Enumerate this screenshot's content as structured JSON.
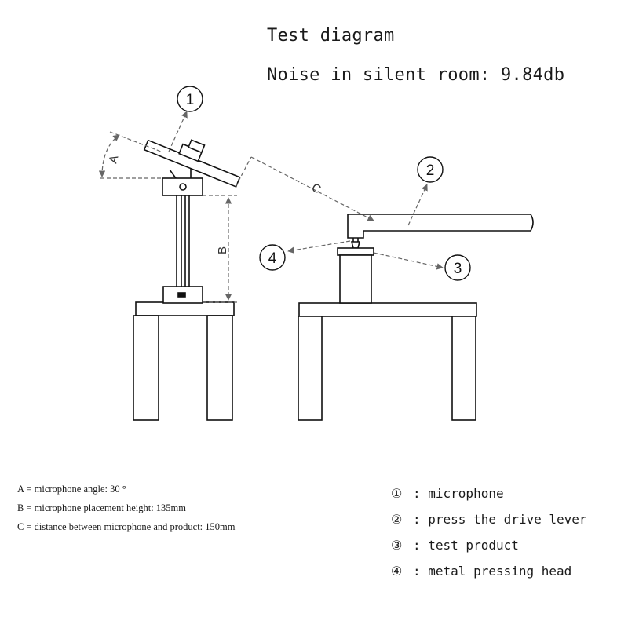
{
  "title": "Test diagram",
  "subtitle": "Noise in silent room: 9.84db",
  "labels": {
    "A": "A",
    "B": "B",
    "C": "C"
  },
  "callouts": [
    "1",
    "2",
    "3",
    "4"
  ],
  "definitions": [
    "A = microphone angle: 30 °",
    "B = microphone placement height: 135mm",
    "C = distance between microphone and product: 150mm"
  ],
  "legend": [
    {
      "num": "①",
      "text": ": microphone"
    },
    {
      "num": "②",
      "text": ": press the drive lever"
    },
    {
      "num": "③",
      "text": ": test product"
    },
    {
      "num": "④",
      "text": ": metal pressing head"
    }
  ]
}
